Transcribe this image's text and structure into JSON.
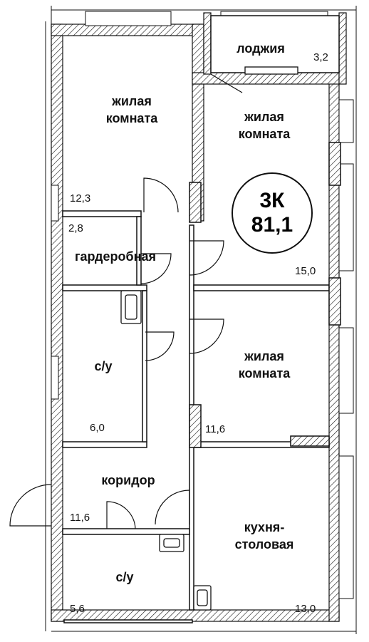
{
  "plan": {
    "badge": {
      "rooms": "3К",
      "total_area": "81,1"
    },
    "rooms": [
      {
        "id": "living-1",
        "label": "жилая\nкомната",
        "area": "12,3"
      },
      {
        "id": "loggia",
        "label": "лоджия",
        "area": "3,2"
      },
      {
        "id": "living-2",
        "label": "жилая\nкомната",
        "area": "15,0"
      },
      {
        "id": "wardrobe",
        "label": "гардеробная",
        "area": "2,8"
      },
      {
        "id": "bathroom-1",
        "label": "с/у",
        "area": "6,0"
      },
      {
        "id": "living-3",
        "label": "жилая\nкомната",
        "area": "11,6"
      },
      {
        "id": "corridor",
        "label": "коридор",
        "area": "11,6"
      },
      {
        "id": "bathroom-2",
        "label": "с/у",
        "area": "5,6"
      },
      {
        "id": "kitchen",
        "label": "кухня-\nстоловая",
        "area": "13,0"
      }
    ]
  }
}
